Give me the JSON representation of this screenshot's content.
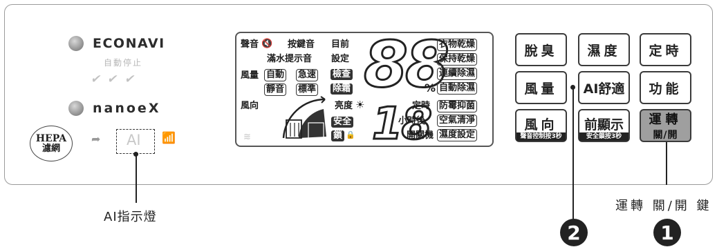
{
  "indicators": {
    "econavi": "ECONAVI",
    "auto_stop": "自動停止",
    "leaves": [
      "✔",
      "✔",
      "✔"
    ],
    "nanoex": "nanoeX",
    "hepa_line1": "HEPA",
    "hepa_line2": "濾網",
    "ai_indicator_text": "AI",
    "ai_indicator_label": "AI指示燈"
  },
  "lcd": {
    "sound": "聲音",
    "key_tone": "按鍵音",
    "full_water_tone": "滿水提示音",
    "current": "目前",
    "set": "設定",
    "check": "檢查",
    "defrost": "除霜",
    "big_digits": "88",
    "percent": "%",
    "airflow": "風量",
    "auto": "自動",
    "turbo": "急速",
    "quiet": "靜音",
    "standard": "標準",
    "direction": "風向",
    "brightness": "亮度",
    "safety_line1": "安全",
    "safety_line2": "鎖",
    "timer": "定時",
    "small_digits": "18",
    "hours_after": "小時後",
    "power_on_off": "開關機",
    "modes": [
      "衣物乾燥",
      "保持乾燥",
      "連續除濕",
      "自動除濕",
      "防霉抑菌",
      "空氣清淨",
      "濕度設定"
    ]
  },
  "buttons": {
    "deodorize": "脫臭",
    "humidity": "濕度",
    "timer": "定時",
    "airflow": "風量",
    "ai_comfort": "AI舒適",
    "function": "功能",
    "direction": "風向",
    "direction_note": "聲音控制按3秒",
    "front_display": "前顯示",
    "front_display_note": "安全鎖按3秒",
    "power_line1": "運轉",
    "power_line2": "關/開"
  },
  "callouts": {
    "power_key_label": "運轉 關/開 鍵",
    "num_2": "2",
    "num_1": "1"
  }
}
